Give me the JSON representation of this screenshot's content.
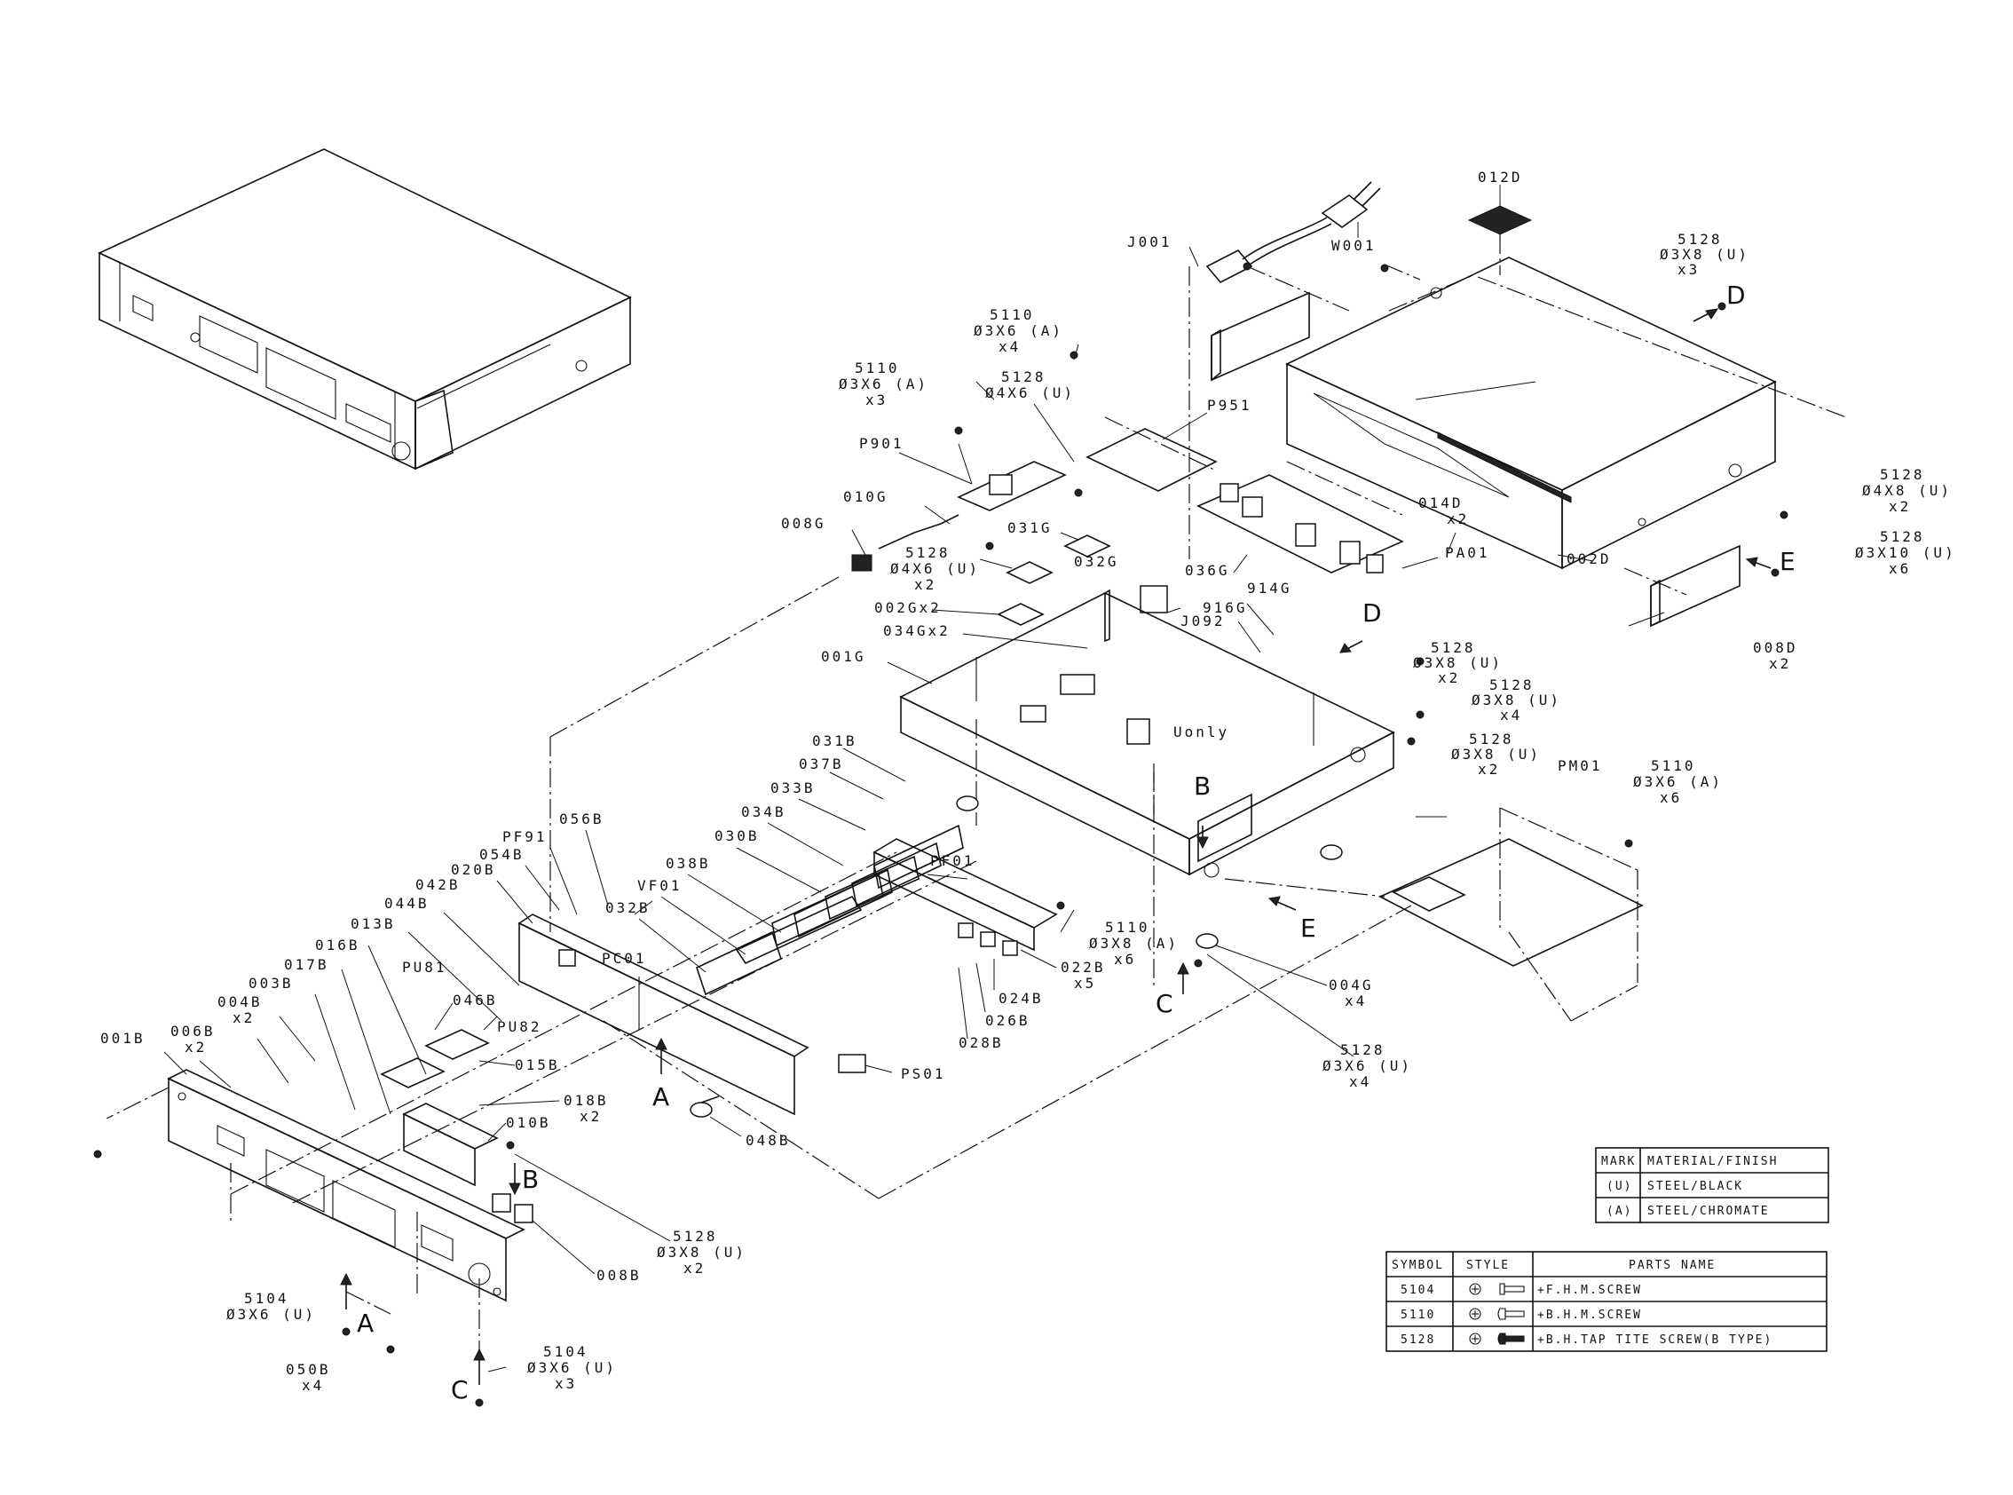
{
  "labels": {
    "l_012d": "012D",
    "l_5128_top": "5128",
    "l_5128_top_spec": "Ø3X8 (U)",
    "l_5128_top_qty": "x3",
    "l_J001": "J001",
    "l_W001": "W001",
    "l_5110_a": "5110",
    "l_5110_a_spec": "Ø3X6 (A)",
    "l_5110_a_qty": "x4",
    "l_5110_b": "5110",
    "l_5110_b_spec": "Ø3X6 (A)",
    "l_5110_b_qty": "x3",
    "l_5128_b": "5128",
    "l_5128_b_spec": "Ø4X6 (U)",
    "l_P951": "P951",
    "l_P901": "P901",
    "l_010G": "010G",
    "l_008G": "008G",
    "l_031G": "031G",
    "l_5128_c": "5128",
    "l_5128_c_spec": "Ø4X6 (U)",
    "l_5128_c_qty": "x2",
    "l_032G": "032G",
    "l_002Gx2": "002Gx2",
    "l_034Gx2": "034Gx2",
    "l_001G": "001G",
    "l_036G": "036G",
    "l_914G": "914G",
    "l_916G": "916G",
    "l_J092": "J092",
    "l_014D": "014D",
    "l_014D_qty": "x2",
    "l_002D": "002D",
    "l_PA01": "PA01",
    "l_5128_r1": "5128",
    "l_5128_r1_spec": "Ø4X8 (U)",
    "l_5128_r1_qty": "x2",
    "l_5128_r2": "5128",
    "l_5128_r2_spec": "Ø3X10 (U)",
    "l_5128_r2_qty": "x6",
    "l_008D": "008D",
    "l_008D_qty": "x2",
    "l_5128_m1": "5128",
    "l_5128_m1_spec": "Ø3X8 (U)",
    "l_5128_m1_qty": "x2",
    "l_5128_m2": "5128",
    "l_5128_m2_spec": "Ø3X8 (U)",
    "l_5128_m2_qty": "x4",
    "l_5128_m3": "5128",
    "l_5128_m3_spec": "Ø3X8 (U)",
    "l_5128_m3_qty": "x2",
    "l_Uonly": "Uonly",
    "l_PM01": "PM01",
    "l_5110_pm": "5110",
    "l_5110_pm_spec": "Ø3X6 (A)",
    "l_5110_pm_qty": "x6",
    "l_031B": "031B",
    "l_037B": "037B",
    "l_033B": "033B",
    "l_034B": "034B",
    "l_030B": "030B",
    "l_038B": "038B",
    "l_VF01": "VF01",
    "l_032B": "032B",
    "l_056B": "056B",
    "l_PF91": "PF91",
    "l_054B": "054B",
    "l_020B": "020B",
    "l_042B": "042B",
    "l_044B": "044B",
    "l_013B": "013B",
    "l_016B": "016B",
    "l_017B": "017B",
    "l_003B": "003B",
    "l_004B": "004B",
    "l_004B_qty": "x2",
    "l_006B": "006B",
    "l_006B_qty": "x2",
    "l_001B": "001B",
    "l_PU81": "PU81",
    "l_046B": "046B",
    "l_PU82": "PU82",
    "l_015B": "015B",
    "l_018B": "018B",
    "l_018B_qty": "x2",
    "l_010B": "010B",
    "l_PC01": "PC01",
    "l_PF01": "PF01",
    "l_5110_f": "5110",
    "l_5110_f_spec": "Ø3X8 (A)",
    "l_5110_f_qty": "x6",
    "l_022B": "022B",
    "l_022B_qty": "x5",
    "l_024B": "024B",
    "l_026B": "026B",
    "l_028B": "028B",
    "l_PS01": "PS01",
    "l_048B": "048B",
    "l_004G": "004G",
    "l_004G_qty": "x4",
    "l_5128_bot": "5128",
    "l_5128_bot_spec": "Ø3X6 (U)",
    "l_5128_bot_qty": "x4",
    "l_5128_fp": "5128",
    "l_5128_fp_spec": "Ø3X8 (U)",
    "l_5128_fp_qty": "x2",
    "l_008B": "008B",
    "l_5104_a": "5104",
    "l_5104_a_spec": "Ø3X6 (U)",
    "l_050B": "050B",
    "l_050B_qty": "x4",
    "l_5104_b": "5104",
    "l_5104_b_spec": "Ø3X6 (U)",
    "l_5104_b_qty": "x3"
  },
  "arrows": {
    "D1": "D",
    "D2": "D",
    "E1": "E",
    "E2": "E",
    "A1": "A",
    "A2": "A",
    "B1": "B",
    "B2": "B",
    "C1": "C",
    "C2": "C"
  },
  "material_table": {
    "header": [
      "MARK",
      "MATERIAL/FINISH"
    ],
    "rows": [
      [
        "(U)",
        "STEEL/BLACK"
      ],
      [
        "(A)",
        "STEEL/CHROMATE"
      ]
    ]
  },
  "parts_table": {
    "header": [
      "SYMBOL",
      "STYLE",
      "PARTS NAME"
    ],
    "rows": [
      {
        "symbol": "5104",
        "name": "+F.H.M.SCREW"
      },
      {
        "symbol": "5110",
        "name": "+B.H.M.SCREW"
      },
      {
        "symbol": "5128",
        "name": "+B.H.TAP TITE SCREW(B TYPE)"
      }
    ]
  },
  "icons": [
    "screw-flat-head-icon",
    "screw-binding-head-icon",
    "screw-tap-tite-icon",
    "cross-recess-icon"
  ]
}
